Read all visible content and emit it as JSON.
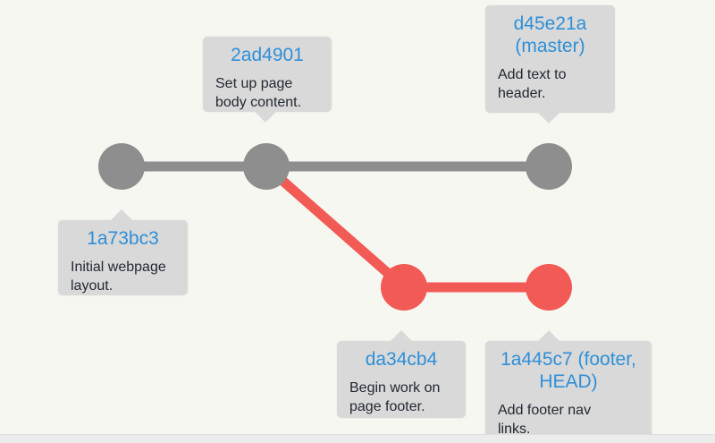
{
  "colors": {
    "main_branch": "#8e8e8e",
    "footer_branch": "#f25a55",
    "commit_hash": "#2f8fd8",
    "message_text": "#222832",
    "callout_bg": "#d9d9d9",
    "background": "#f7f7f2"
  },
  "commits": [
    {
      "id": "c1",
      "hash": "1a73bc3",
      "message": "Initial webpage layout.",
      "branch": "main"
    },
    {
      "id": "c2",
      "hash": "2ad4901",
      "message": "Set up page body content.",
      "branch": "main"
    },
    {
      "id": "c3",
      "hash": "d45e21a (master)",
      "message": "Add text to header.",
      "branch": "main"
    },
    {
      "id": "c4",
      "hash": "da34cb4",
      "message": "Begin work on page footer.",
      "branch": "footer"
    },
    {
      "id": "c5",
      "hash": "1a445c7 (footer, HEAD)",
      "message": "Add footer nav links.",
      "branch": "footer"
    }
  ],
  "edges": [
    {
      "from": "c1",
      "to": "c2",
      "branch": "main"
    },
    {
      "from": "c2",
      "to": "c3",
      "branch": "main"
    },
    {
      "from": "c2",
      "to": "c4",
      "branch": "footer"
    },
    {
      "from": "c4",
      "to": "c5",
      "branch": "footer"
    }
  ]
}
